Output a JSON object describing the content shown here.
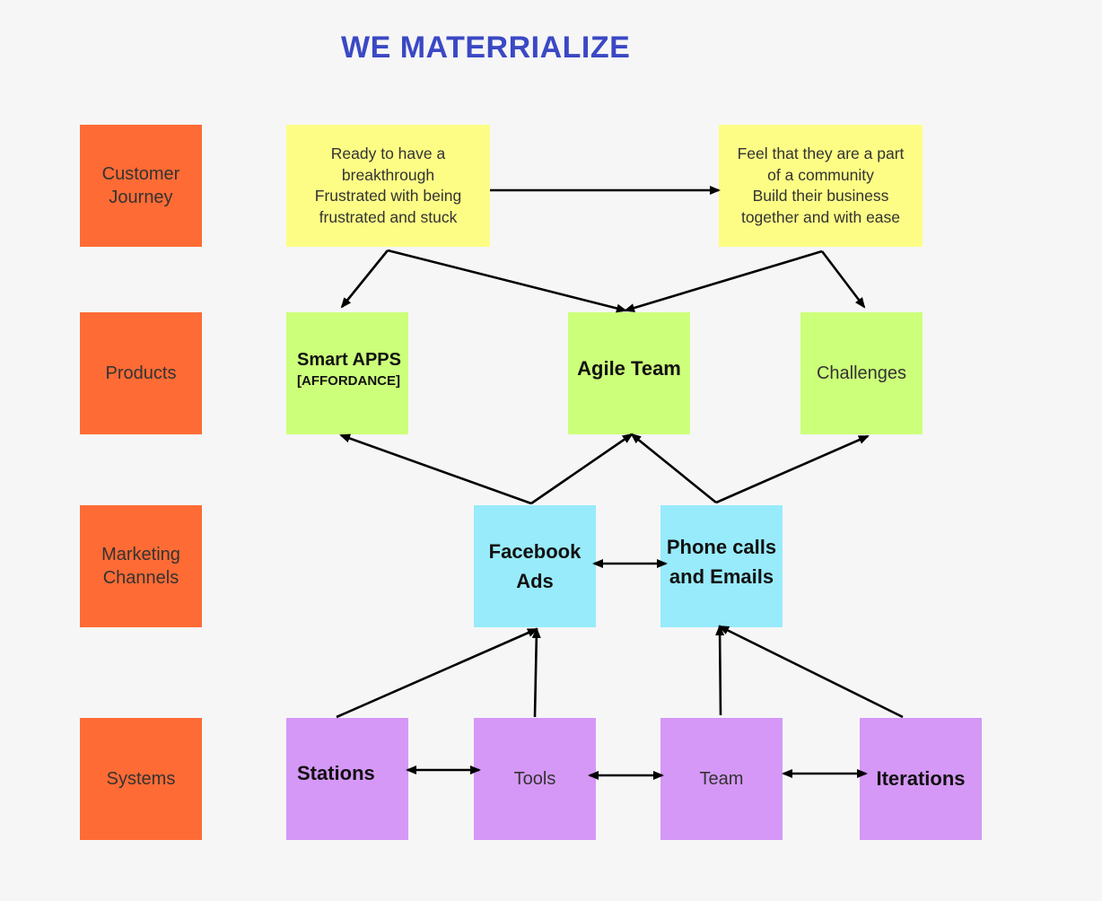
{
  "title": "WE MATERRIALIZE",
  "rows": {
    "customer_journey": "Customer\nJourney",
    "products": "Products",
    "marketing_channels": "Marketing\nChannels",
    "systems": "Systems"
  },
  "journey": {
    "before": "Ready to have a\nbreakthrough\nFrustrated with being\nfrustrated and stuck",
    "after": "Feel that they are a part\nof a community\nBuild their business\ntogether and with ease"
  },
  "products": {
    "smart_apps": "Smart APPS",
    "smart_apps_sub": "[AFFORDANCE]",
    "agile_team": "Agile Team",
    "challenges": "Challenges"
  },
  "channels": {
    "facebook_ads": "Facebook\nAds",
    "phone_emails": "Phone calls\nand Emails"
  },
  "systems": {
    "stations": "Stations",
    "tools": "Tools",
    "team": "Team",
    "iterations": "Iterations"
  },
  "colors": {
    "title": "#3b48c4",
    "row_label": "#ff6b35",
    "journey": "#fdfd86",
    "product": "#ccff7a",
    "channel": "#98ebfb",
    "system": "#d598f6",
    "arrow": "#000000"
  }
}
